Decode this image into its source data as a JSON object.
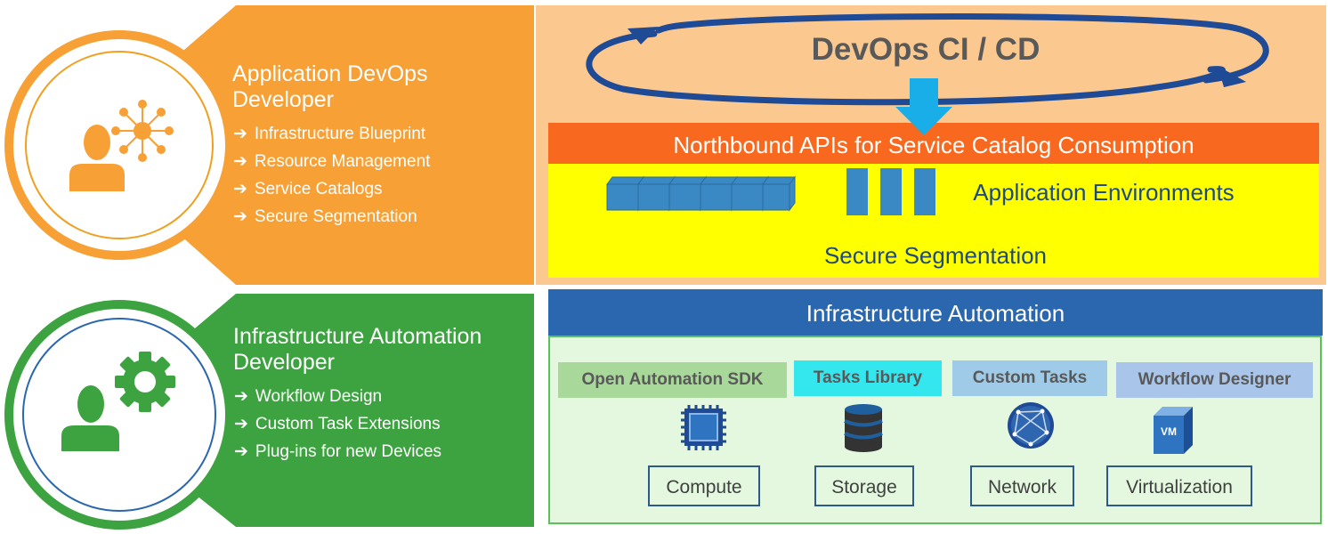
{
  "app_developer": {
    "title_line1": "Application DevOps",
    "title_line2": "Developer",
    "items": [
      "Infrastructure Blueprint",
      "Resource Management",
      "Service Catalogs",
      "Secure Segmentation"
    ]
  },
  "infra_developer": {
    "title_line1": "Infrastructure Automation",
    "title_line2": "Developer",
    "items": [
      "Workflow Design",
      "Custom Task Extensions",
      "Plug-ins for new Devices"
    ]
  },
  "upper_stack": {
    "cicd_label": "DevOps CI / CD",
    "api_band": "Northbound APIs for Service Catalog Consumption",
    "app_env_label": "Application Environments",
    "segmentation_label": "Secure Segmentation"
  },
  "lower_stack": {
    "header": "Infrastructure Automation",
    "categories": [
      "Open Automation SDK",
      "Tasks Library",
      "Custom Tasks",
      "Workflow Designer"
    ],
    "vm_badge": "VM",
    "resources": [
      "Compute",
      "Storage",
      "Network",
      "Virtualization"
    ]
  },
  "colors": {
    "orange_panel": "#f7a035",
    "green_panel": "#3da340",
    "peach_bg": "#fbc98f",
    "api_band": "#f8691f",
    "yellow": "#ffff00",
    "blue_header": "#2a67ae",
    "mint_bg": "#e3f8df",
    "navy": "#1f4a96"
  }
}
